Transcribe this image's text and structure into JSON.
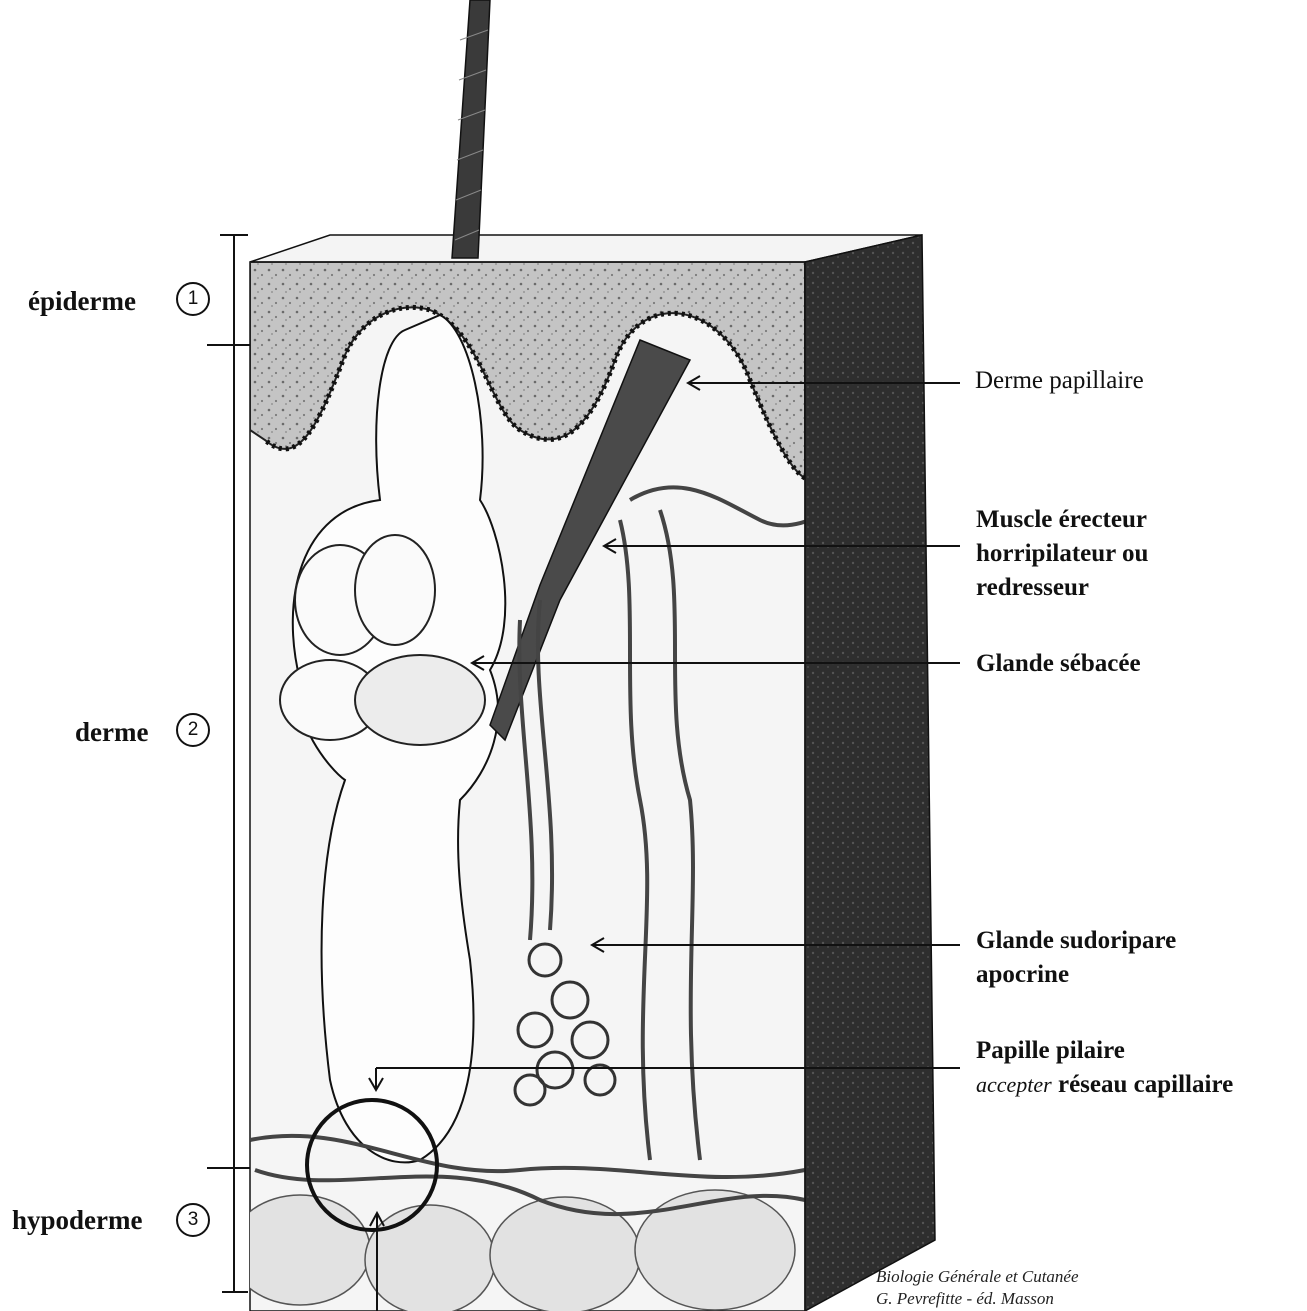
{
  "layers": [
    {
      "name": "épiderme",
      "number": "1"
    },
    {
      "name": "derme",
      "number": "2"
    },
    {
      "name": "hypoderme",
      "number": "3"
    }
  ],
  "structures": [
    {
      "lines": [
        "Derme papillaire"
      ]
    },
    {
      "lines": [
        "Muscle érecteur",
        "horripilateur ou",
        "redresseur"
      ]
    },
    {
      "lines": [
        "Glande sébacée"
      ]
    },
    {
      "lines": [
        "Glande sudoripare",
        "apocrine"
      ]
    },
    {
      "lines": [
        "Papille pilaire"
      ],
      "prefix_italic": "accepter",
      "suffix": "réseau capillaire"
    }
  ],
  "credit": [
    "Biologie Générale et Cutanée",
    "G. Pevrefitte  -  éd. Masson"
  ],
  "colors": {
    "ink": "#111111",
    "epidermis": "#bdbdbd",
    "dermis": "#f3f3f3",
    "side": "#2b2b2b",
    "fat": "#dcdcdc"
  }
}
